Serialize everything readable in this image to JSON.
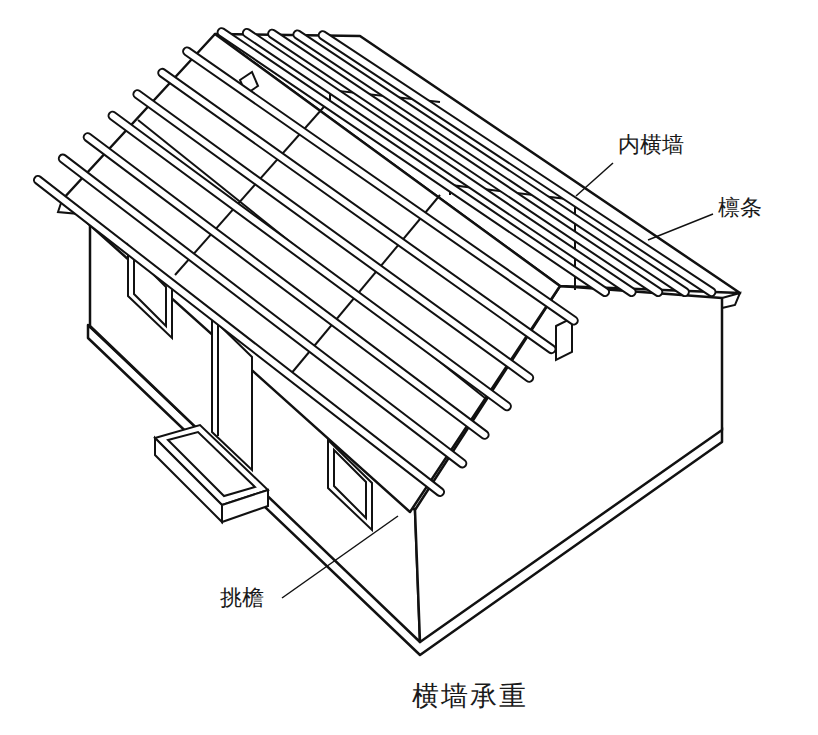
{
  "diagram": {
    "caption": "横墙承重",
    "labels": [
      "内横墙",
      "檩条",
      "挑檐"
    ]
  }
}
